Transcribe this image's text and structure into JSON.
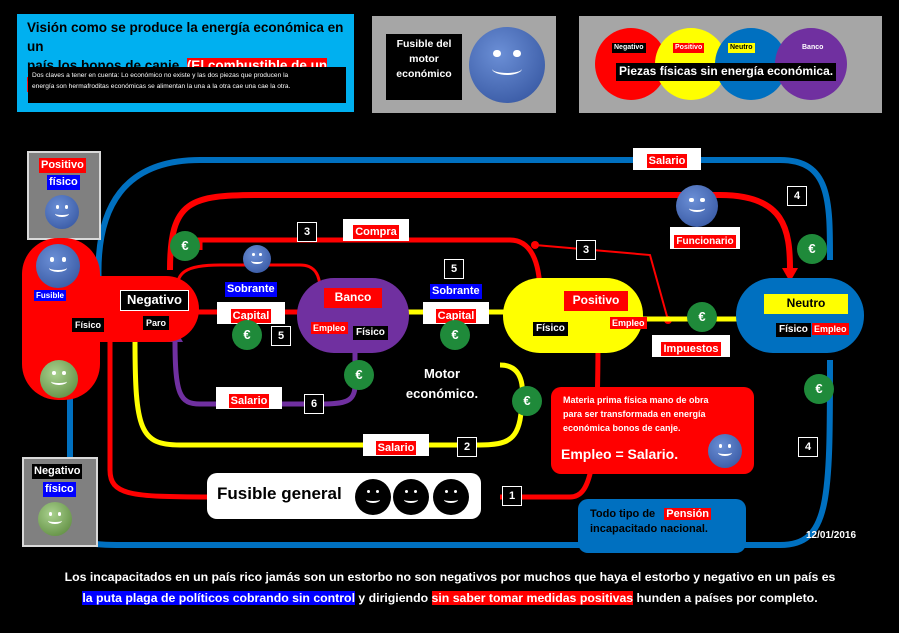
{
  "header": {
    "title_line1": "Visión como se produce la energía económica en un",
    "title_line2": "país los bonos de canje.",
    "title_tag": "(El combustible de un país)",
    "subtitle_line1": "Dos claves a tener en cuenta: Lo económico no existe y las dos piezas que producen la",
    "subtitle_line2": "energía son hermafroditas económicas se alimentan la una a la otra cae una cae la otra.",
    "fuse_label": "Fusible del motor económico",
    "pieces": [
      "Negativo",
      "Positivo",
      "Neutro",
      "Banco"
    ],
    "pieces_caption": "Piezas físicas sin energía económica."
  },
  "left": {
    "positivo_tag": "Positivo",
    "positivo_fisico": "físico",
    "fusible": "Fusible",
    "fisico": "Físico",
    "negativo_tag": "Negativo",
    "negativo_fisico": "físico"
  },
  "nodes": {
    "negativo": "Negativo",
    "paro": "Paro",
    "banco": "Banco",
    "banco_empleo": "Empleo",
    "banco_fisico": "Físico",
    "positivo": "Positivo",
    "positivo_fisico": "Físico",
    "positivo_empleo": "Empleo",
    "neutro": "Neutro",
    "neutro_fisico": "Físico",
    "neutro_empleo": "Empleo"
  },
  "labels": {
    "salario_top": "Salario",
    "compra": "Compra",
    "funcionario": "Funcionario",
    "sobrante": "Sobrante",
    "capital": "Capital",
    "impuestos": "Impuestos",
    "salario_banco": "Salario",
    "salario_yellow": "Salario",
    "motor": "Motor económico.",
    "fusible_general": "Fusible general",
    "pension_line1": "Todo tipo de",
    "pension_tag": "Pensión",
    "pension_line2": "incapacitado nacional.",
    "materia_line1": "Materia prima física mano de obra",
    "materia_line2": "para ser transformada en energía",
    "materia_line3": "económica bonos de canje.",
    "empleo_salario": "Empleo = Salario.",
    "date": "12/01/2016"
  },
  "numbers": [
    "1",
    "2",
    "3",
    "3",
    "4",
    "4",
    "5",
    "5",
    "6"
  ],
  "euro_symbol": "€",
  "footer": {
    "line1": "Los incapacitados  en un país rico jamás son un estorbo no son negativos por muchos que haya el estorbo y negativo en un país es",
    "part_blue": "la puta plaga de políticos cobrando sin control",
    "part_mid": " y dirigiendo ",
    "part_red": "sin saber tomar medidas positivas",
    "part_end": " hunden a países por completo."
  },
  "colors": {
    "red": "#ff0000",
    "blue": "#0070c0",
    "yellow": "#ffff00",
    "purple": "#7030a0",
    "green": "#1f8a3a",
    "cyan": "#00b0f0",
    "gray": "#a6a6a6"
  }
}
